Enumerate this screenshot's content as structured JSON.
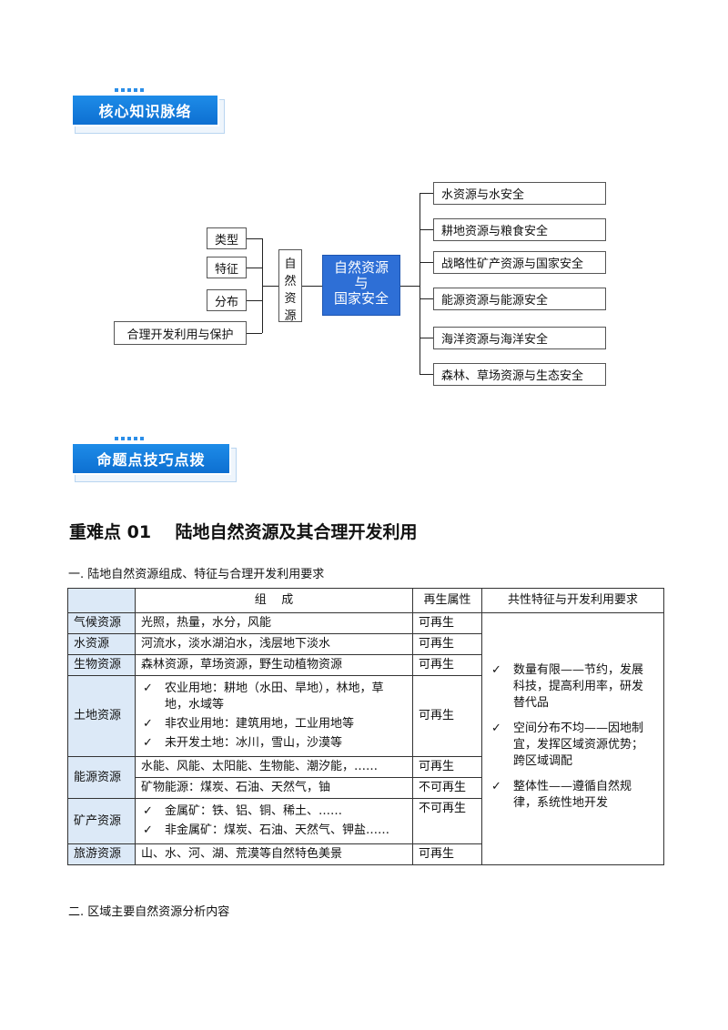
{
  "badges": {
    "knowledge": "核心知识脉络",
    "skills": "命题点技巧点拨"
  },
  "mindmap": {
    "left_items": [
      "类型",
      "特征",
      "分布",
      "合理开发利用与保护"
    ],
    "natural_col": [
      "自",
      "然",
      "资",
      "源"
    ],
    "center": [
      "自然资源",
      "与",
      "国家安全"
    ],
    "right_items": [
      "水资源与水安全",
      "耕地资源与粮食安全",
      "战略性矿产资源与国家安全",
      "能源资源与能源安全",
      "海洋资源与海洋安全",
      "森林、草场资源与生态安全"
    ]
  },
  "heading_main": "重难点 01    陆地自然资源及其合理开发利用",
  "heading_one": "一. 陆地自然资源组成、特征与合理开发利用要求",
  "heading_two": "二. 区域主要自然资源分析内容",
  "table": {
    "headers": [
      "组    成",
      "再生属性",
      "共性特征与开发利用要求"
    ],
    "rows": {
      "climate": {
        "cat": "气候资源",
        "comp": "光照，热量，水分，风能",
        "regen": "可再生"
      },
      "water": {
        "cat": "水资源",
        "comp": "河流水，淡水湖泊水，浅层地下淡水",
        "regen": "可再生"
      },
      "bio": {
        "cat": "生物资源",
        "comp": "森林资源，草场资源，野生动植物资源",
        "regen": "可再生"
      },
      "land": {
        "cat": "土地资源",
        "items": [
          "农业用地：耕地（水田、旱地），林地，草地，水域等",
          "非农业用地：建筑用地，工业用地等",
          "未开发土地：冰川，雪山，沙漠等"
        ],
        "regen": "可再生"
      },
      "energy": {
        "cat": "能源资源",
        "comp1": "水能、风能、太阳能、生物能、潮汐能，……",
        "regen1": "可再生",
        "comp2": "矿物能源：煤炭、石油、天然气，铀",
        "regen2": "不可再生"
      },
      "mineral": {
        "cat": "矿产资源",
        "items": [
          "金属矿：铁、铝、铜、稀土、……",
          "非金属矿：煤炭、石油、天然气、钾盐……"
        ],
        "regen": "不可再生"
      },
      "tour": {
        "cat": "旅游资源",
        "comp": "山、水、河、湖、荒漠等自然特色美景",
        "regen": "可再生"
      }
    },
    "common": [
      "数量有限——节约，发展科技，提高利用率，研发替代品",
      "空间分布不均——因地制宜，发挥区域资源优势；跨区域调配",
      "整体性——遵循自然规律，系统性地开发"
    ],
    "check": "✓"
  }
}
